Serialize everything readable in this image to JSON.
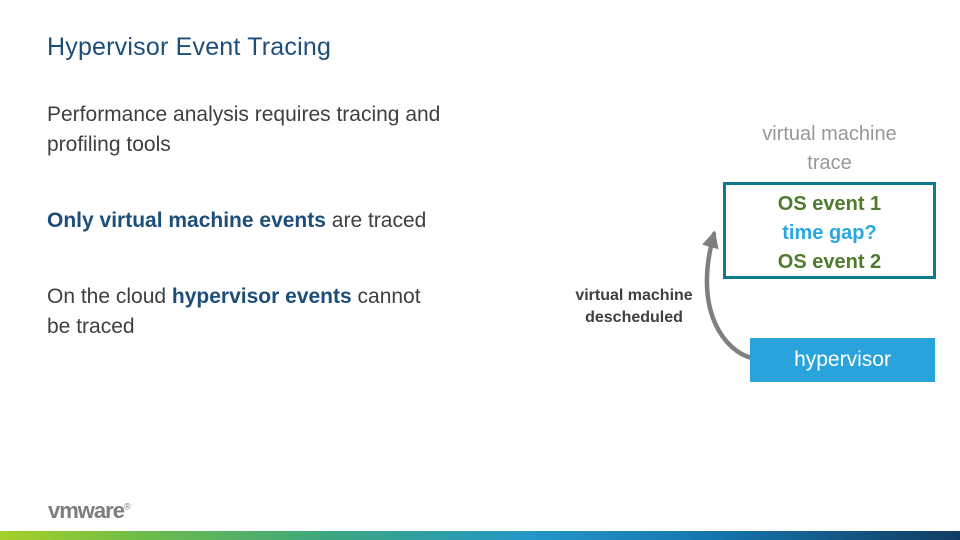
{
  "slide": {
    "title": "Hypervisor Event Tracing"
  },
  "content": {
    "para1": "Performance analysis requires tracing and\nprofiling tools",
    "para2_bold": "Only virtual machine events",
    "para2_rest": " are traced",
    "para3_pre": "On the cloud ",
    "para3_bold": "hypervisor events",
    "para3_post": " cannot\nbe traced"
  },
  "diagram": {
    "trace_label": "virtual machine\ntrace",
    "box_lines": [
      "OS event 1",
      "time gap?",
      "OS event 2"
    ],
    "descheduled_label": "virtual machine\ndescheduled",
    "hypervisor_label": "hypervisor"
  },
  "footer": {
    "logo_text": "vmware",
    "registered": "®"
  },
  "colors": {
    "title_navy": "#1d4e79",
    "body_gray": "#3f3f3f",
    "label_gray": "#98989a",
    "os_event_green": "#4e7b2c",
    "time_gap_blue": "#29a8df",
    "box_border_teal": "#0f7a8d",
    "hypervisor_blue": "#29a3dc",
    "arrow_gray": "#7f7f7f",
    "logo_gray": "#7d7d7d",
    "gradient_bar": [
      "#a6d028",
      "#6dbc4a",
      "#3ba582",
      "#2397c8",
      "#1574ab",
      "#113c62"
    ]
  }
}
